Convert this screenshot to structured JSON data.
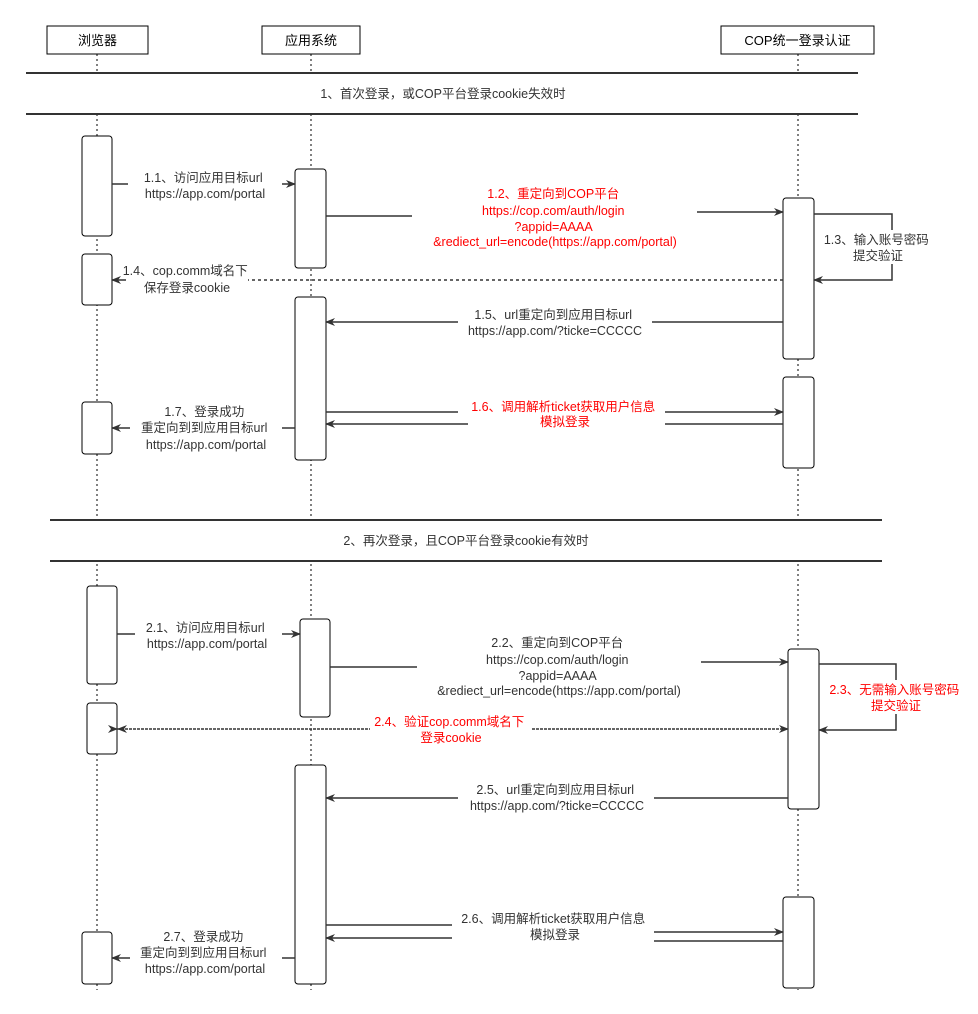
{
  "participants": [
    "浏览器",
    "应用系统",
    "COP统一登录认证"
  ],
  "sections": [
    "1、首次登录，或COP平台登录cookie失效时",
    "2、再次登录，且COP平台登录cookie有效时"
  ],
  "messages": {
    "m1_1": [
      "1.1、访问应用目标url",
      "https://app.com/portal"
    ],
    "m1_2": [
      "1.2、重定向到COP平台",
      "https://cop.com/auth/login",
      "?appid=AAAA",
      "&rediect_url=encode(https://app.com/portal)"
    ],
    "m1_3": [
      "1.3、输入账号密码",
      "提交验证"
    ],
    "m1_4": [
      "1.4、cop.comm域名下",
      "保存登录cookie"
    ],
    "m1_5": [
      "1.5、url重定向到应用目标url",
      "https://app.com/?ticke=CCCCC"
    ],
    "m1_6": [
      "1.6、调用解析ticket获取用户信息",
      "模拟登录"
    ],
    "m1_7": [
      "1.7、登录成功",
      "重定向到到应用目标url",
      "https://app.com/portal"
    ],
    "m2_1": [
      "2.1、访问应用目标url",
      "https://app.com/portal"
    ],
    "m2_2": [
      "2.2、重定向到COP平台",
      "https://cop.com/auth/login",
      "?appid=AAAA",
      "&rediect_url=encode(https://app.com/portal)"
    ],
    "m2_3": [
      "2.3、无需输入账号密码",
      "提交验证"
    ],
    "m2_4": [
      "2.4、验证cop.comm域名下",
      "登录cookie"
    ],
    "m2_5": [
      "2.5、url重定向到应用目标url",
      "https://app.com/?ticke=CCCCC"
    ],
    "m2_6": [
      "2.6、调用解析ticket获取用户信息",
      "模拟登录"
    ],
    "m2_7": [
      "2.7、登录成功",
      "重定向到到应用目标url",
      "https://app.com/portal"
    ]
  },
  "colors": {
    "highlight": "#ff0000",
    "text": "#333333",
    "line": "#333333"
  }
}
